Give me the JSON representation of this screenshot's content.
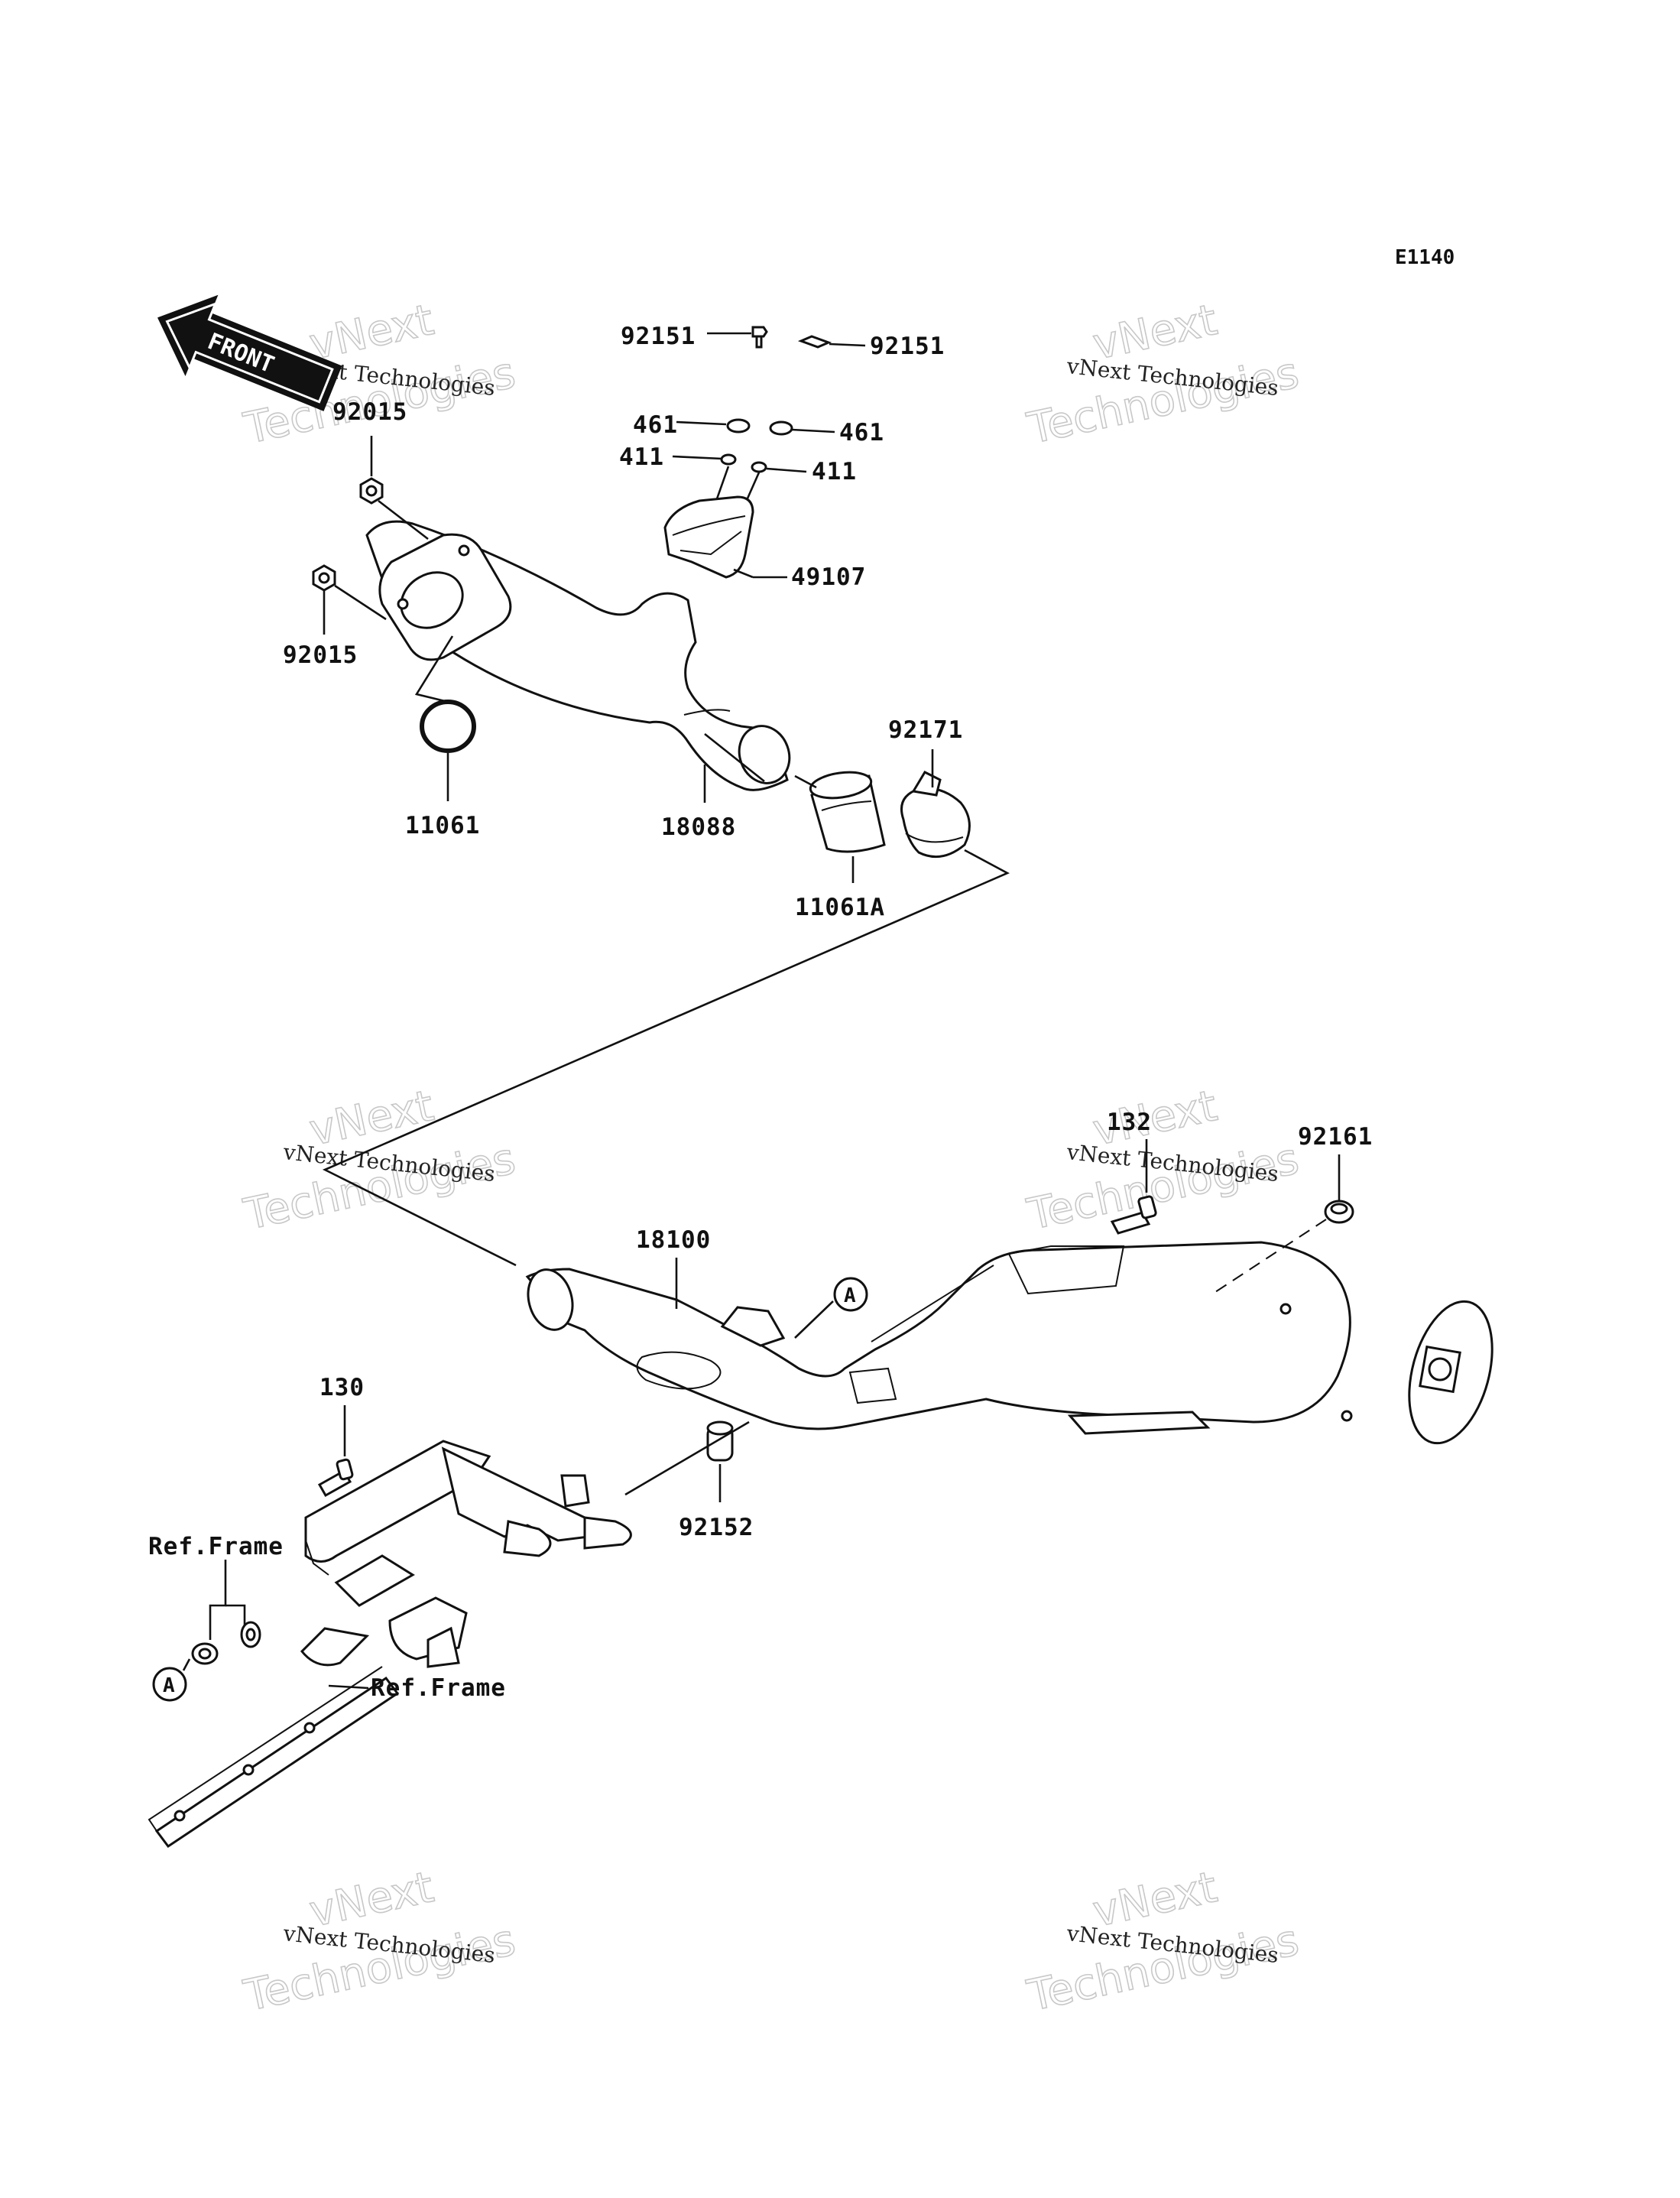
{
  "diagram_code": "E1140",
  "front_label": "FRONT",
  "watermark": {
    "small": "vNext Technologies",
    "big_top": "vNext",
    "big_bottom": "Technologies"
  },
  "parts": {
    "p92151_left": "92151",
    "p92151_right": "92151",
    "p461_left": "461",
    "p461_right": "461",
    "p411_left": "411",
    "p411_right": "411",
    "p49107": "49107",
    "p92015_top": "92015",
    "p92015_left": "92015",
    "p11061": "11061",
    "p18088": "18088",
    "p92171": "92171",
    "p11061A": "11061A",
    "p132": "132",
    "p92161": "92161",
    "p18100": "18100",
    "p130": "130",
    "p92152": "92152",
    "ref_frame_top": "Ref.Frame",
    "ref_frame_bottom": "Ref.Frame"
  },
  "markers": {
    "a_right": "A",
    "a_left": "A"
  }
}
